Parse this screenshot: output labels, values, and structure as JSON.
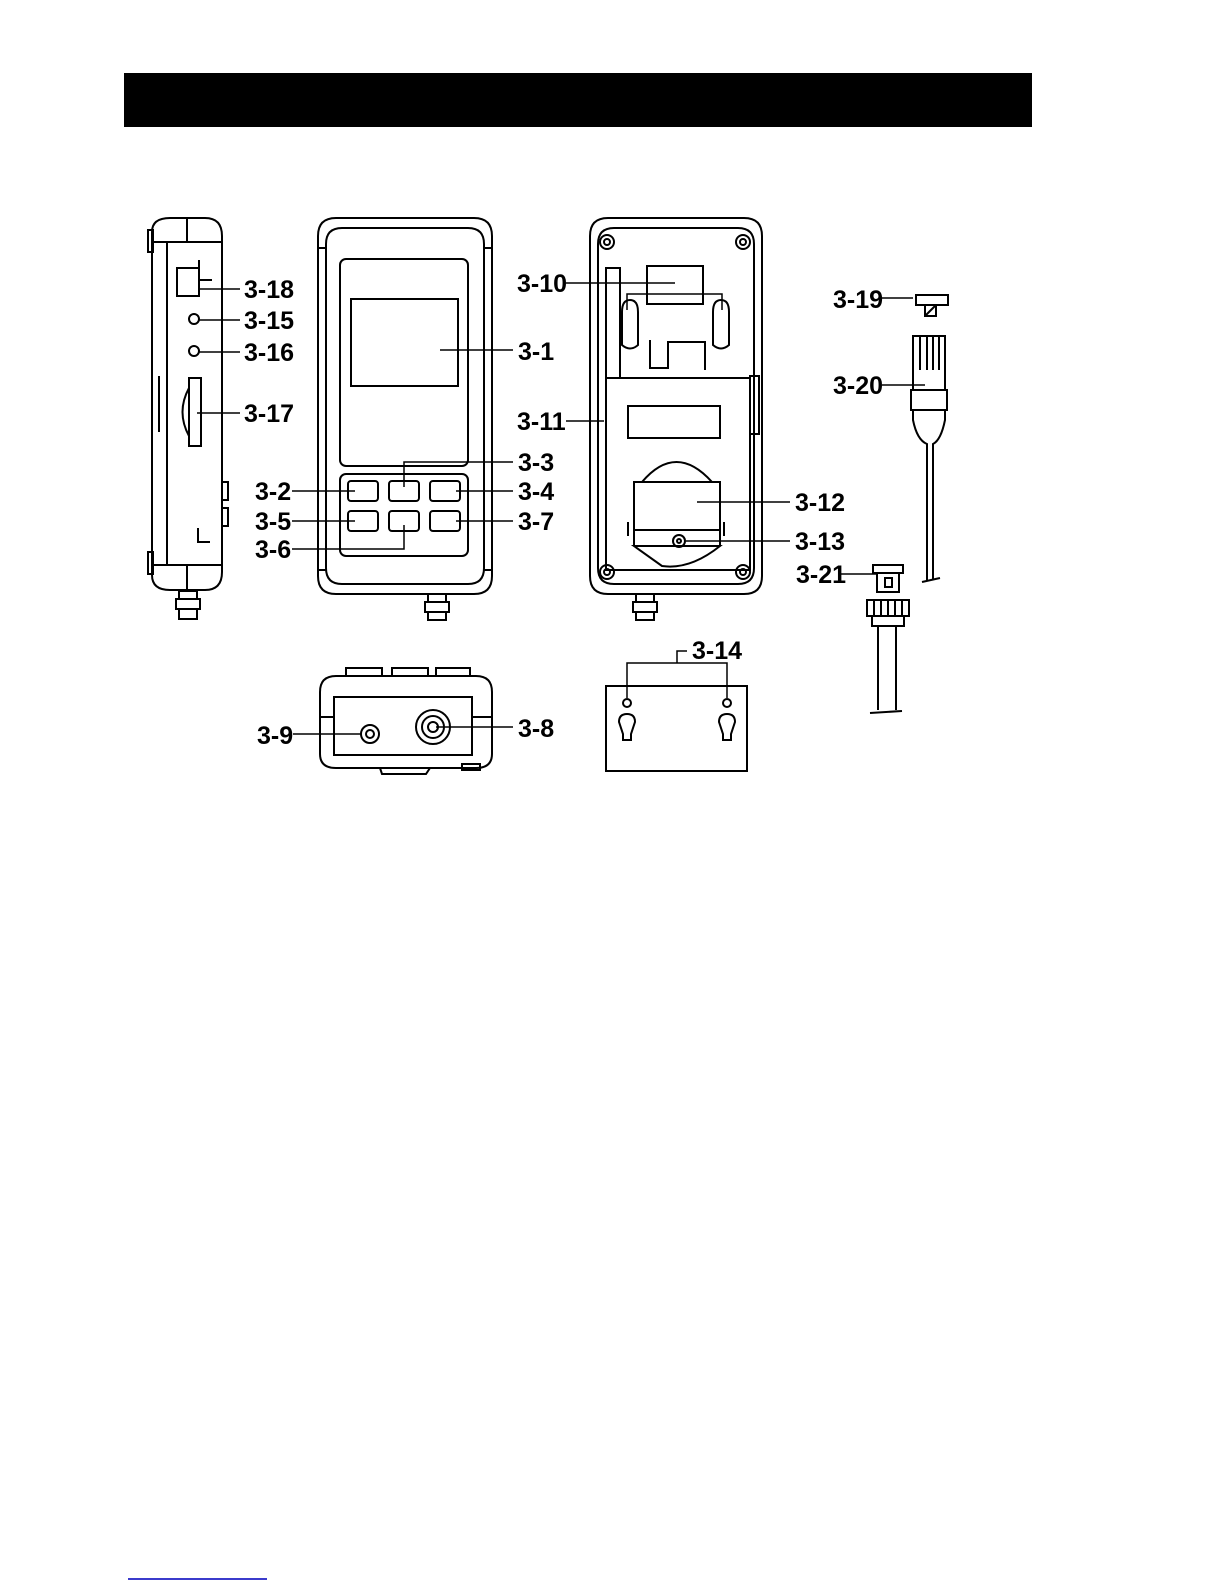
{
  "callouts": {
    "c3_1": "3-1",
    "c3_2": "3-2",
    "c3_3": "3-3",
    "c3_4": "3-4",
    "c3_5": "3-5",
    "c3_6": "3-6",
    "c3_7": "3-7",
    "c3_8": "3-8",
    "c3_9": "3-9",
    "c3_10": "3-10",
    "c3_11": "3-11",
    "c3_12": "3-12",
    "c3_13": "3-13",
    "c3_14": "3-14",
    "c3_15": "3-15",
    "c3_16": "3-16",
    "c3_17": "3-17",
    "c3_18": "3-18",
    "c3_19": "3-19",
    "c3_20": "3-20",
    "c3_21": "3-21"
  },
  "colors": {
    "header_bar": "#000000",
    "line_art": "#000000",
    "footer_rule": "#3b3bcc"
  }
}
